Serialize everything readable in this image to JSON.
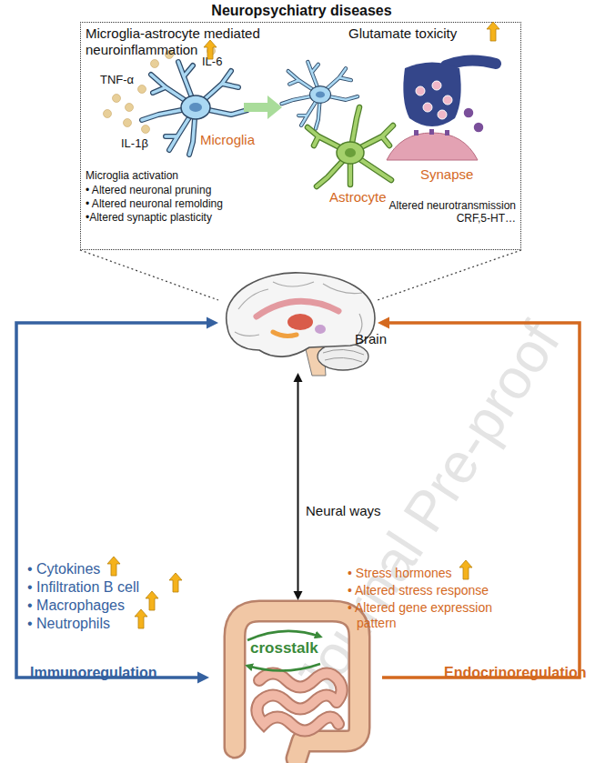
{
  "diagram": {
    "nodes": [
      {
        "text": [
          "Neuropsychiatry diseases"
        ]
      },
      {
        "text": [
          "Brain"
        ]
      },
      {
        "text": [
          "crosstalk"
        ]
      }
    ],
    "edges": [
      {
        "from": 0,
        "to": 1,
        "arrow": "none"
      },
      {
        "from": 1,
        "to": 2,
        "label": "Neural ways",
        "arrow": "both"
      },
      {
        "from": 1,
        "to": 2,
        "label": "Immunoregulation",
        "arrow": "both"
      },
      {
        "from": 2,
        "to": 1,
        "label": "Endocrinoregulation",
        "arrow": "to"
      }
    ],
    "labels": [
      "Microglia-astrocyte mediated neuroinflammation",
      "Glutamate toxicity",
      "TNF-α",
      "IL-6",
      "IL-1β",
      "Microglia",
      "Astrocyte",
      "Synapse",
      "Microglia activation",
      "• Altered neuronal pruning",
      "• Altered neuronal remolding",
      "•Altered synaptic plasticity",
      "Altered neurotransmission CRF,5-HT…",
      "• Cytokines",
      "• Infiltration B cell",
      "• Macrophages",
      "• Neutrophils",
      "• Stress hormones",
      "• Altered stress response",
      "• Altered gene expression pattern",
      "Journal Pre-proof"
    ]
  }
}
